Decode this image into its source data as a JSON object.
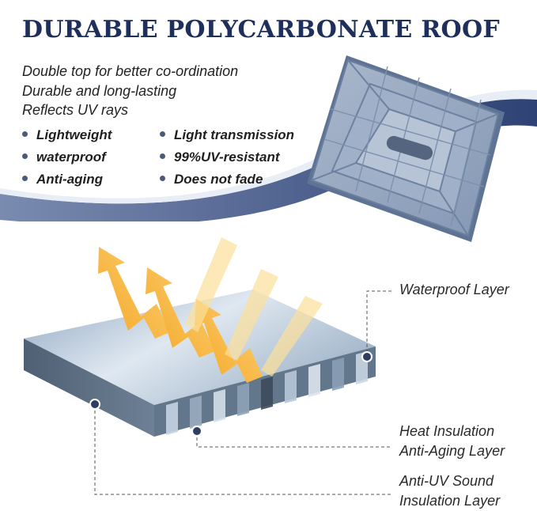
{
  "header": {
    "title": "DURABLE POLYCARBONATE ROOF"
  },
  "intro_lines": [
    "Double top for better co-ordination",
    "Durable and long-lasting",
    "Reflects UV rays"
  ],
  "features_left": [
    "Lightweight",
    "waterproof",
    "Anti-aging"
  ],
  "features_right": [
    "Light transmission",
    "99%UV-resistant",
    "Does not fade"
  ],
  "layers": {
    "waterproof": "Waterproof Layer",
    "heat_line1": "Heat Insulation",
    "heat_line2": "Anti-Aging Layer",
    "uv_line1": "Anti-UV Sound",
    "uv_line2": "Insulation Layer"
  },
  "colors": {
    "navy": "#1e2f5c",
    "band": "#3a4d80",
    "arrow": "#f5a623",
    "panel": "#7d8fa8"
  },
  "icons": [
    "sun-ray-arrow-icon",
    "layer-marker-dot"
  ]
}
